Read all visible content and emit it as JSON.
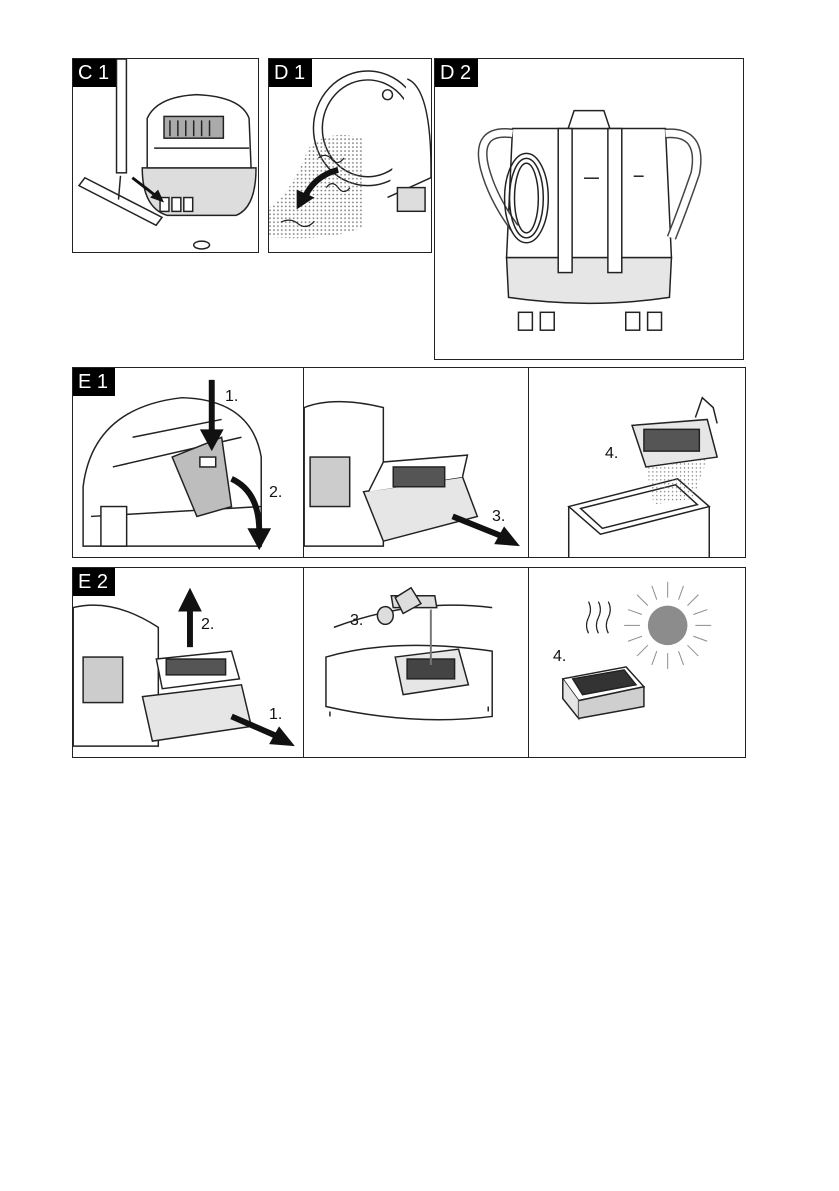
{
  "panels": {
    "c1": {
      "label": "C 1"
    },
    "d1": {
      "label": "D 1"
    },
    "d2": {
      "label": "D 2"
    },
    "e1": {
      "label": "E 1",
      "steps": [
        "1.",
        "2.",
        "3.",
        "4."
      ]
    },
    "e2": {
      "label": "E 2",
      "steps": [
        "1.",
        "2.",
        "3.",
        "4."
      ]
    }
  },
  "colors": {
    "line": "#222222",
    "grey": "#bfbfbf",
    "dark_grey": "#8c8c8c",
    "sun": "#8c8c8c"
  },
  "icons": [
    "arrow-icon",
    "sun-icon",
    "heat-waves-icon",
    "faucet-icon",
    "filter-icon"
  ]
}
